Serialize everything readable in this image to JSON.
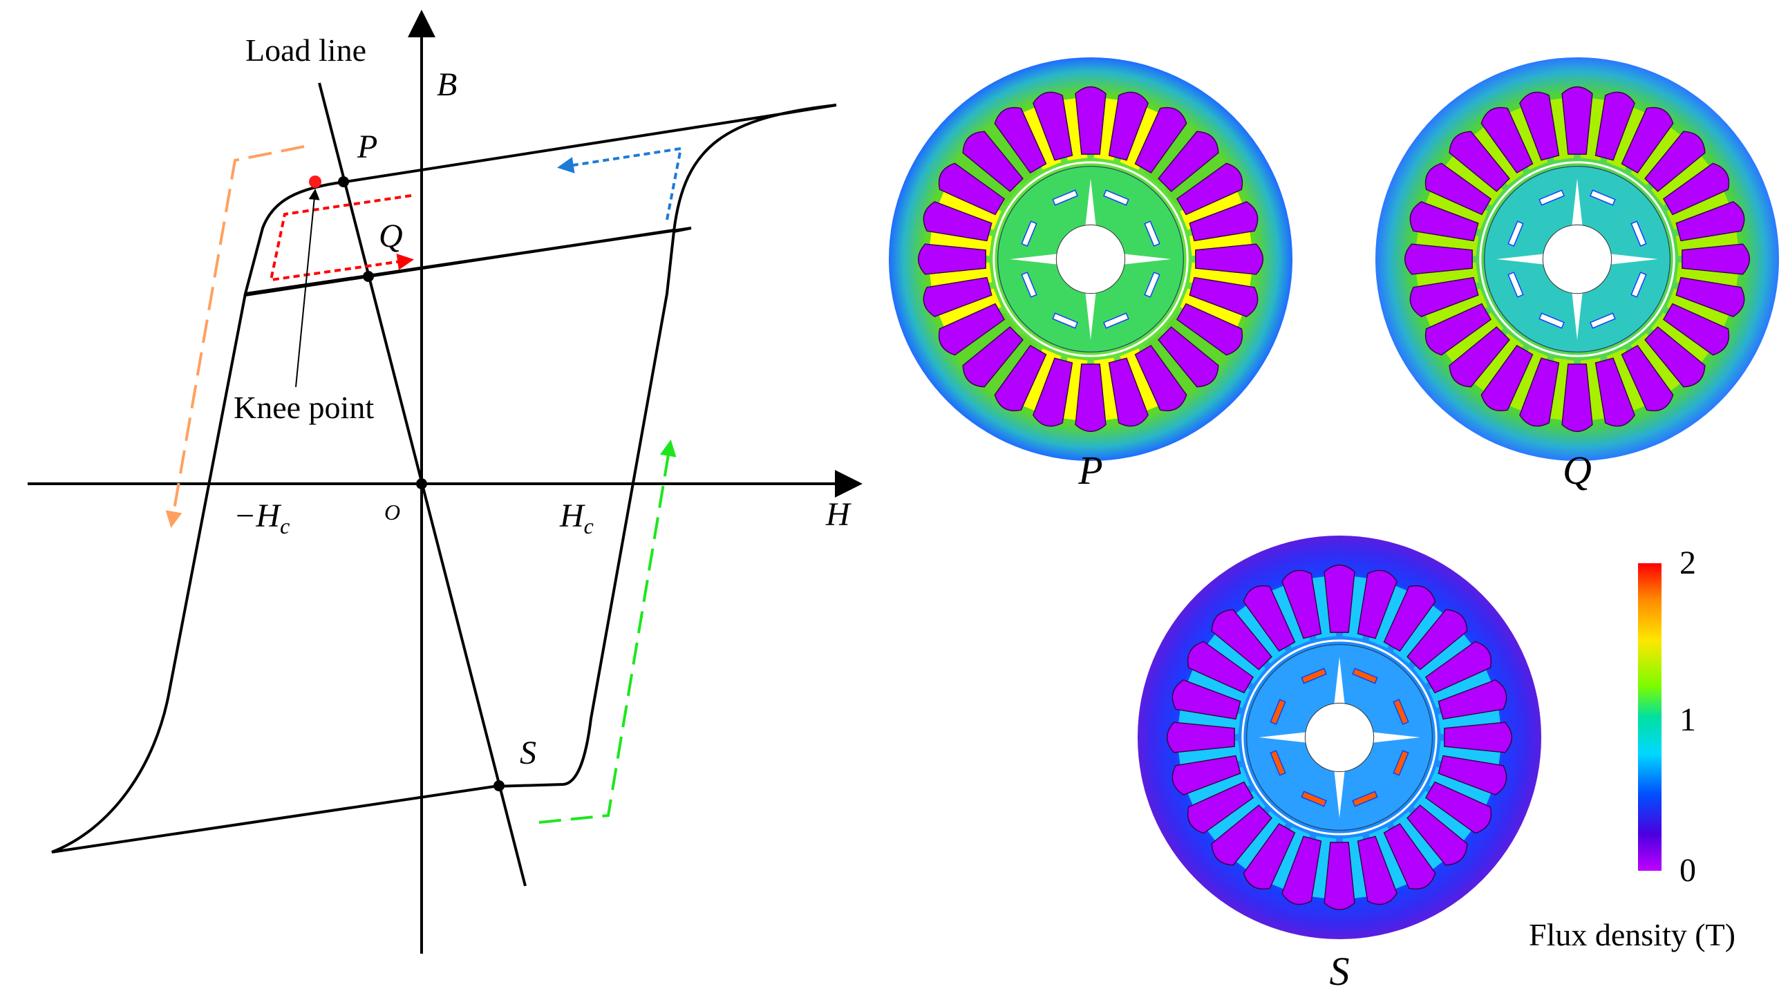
{
  "diagram": {
    "axis_labels": {
      "b": "B",
      "h": "H"
    },
    "origin_label": "O",
    "coercive_neg_label": "−H",
    "coercive_pos_label": "H",
    "coercive_subscript": "c",
    "load_line_label": "Load line",
    "knee_label": "Knee point",
    "points": {
      "p": "P",
      "q": "Q",
      "s": "S"
    }
  },
  "maps": {
    "titles": {
      "p": "P",
      "q": "Q",
      "s": "S"
    },
    "colorbar": {
      "title": "Flux density (T)",
      "ticks": [
        "2",
        "1",
        "0"
      ],
      "stops": [
        "#ff0000",
        "#ff8c00",
        "#ffe600",
        "#7cfc00",
        "#00e0a0",
        "#00d8ff",
        "#0050ff",
        "#4a00e0",
        "#c000ff"
      ]
    },
    "colors": {
      "magnet": "#b400ff",
      "p_yoke": "#5ed62b",
      "p_tooth": "#ffff00",
      "p_low": "#1f6cff",
      "q_yoke": "#4fd23a",
      "q_tooth": "#a8f000",
      "q_low": "#2a78ff",
      "s_yoke": "#1a3dff",
      "s_tooth": "#19c8ff",
      "s_low": "#5a1ee0",
      "rotor_p": "#3ed860",
      "rotor_q": "#2fc8c0",
      "rotor_s": "#2a9fff",
      "hot": "#ff5a00"
    },
    "loop_colors": {
      "orange": "#ffa060",
      "red": "#ff0000",
      "blue": "#1e7ad6",
      "green": "#1ee61e"
    }
  }
}
